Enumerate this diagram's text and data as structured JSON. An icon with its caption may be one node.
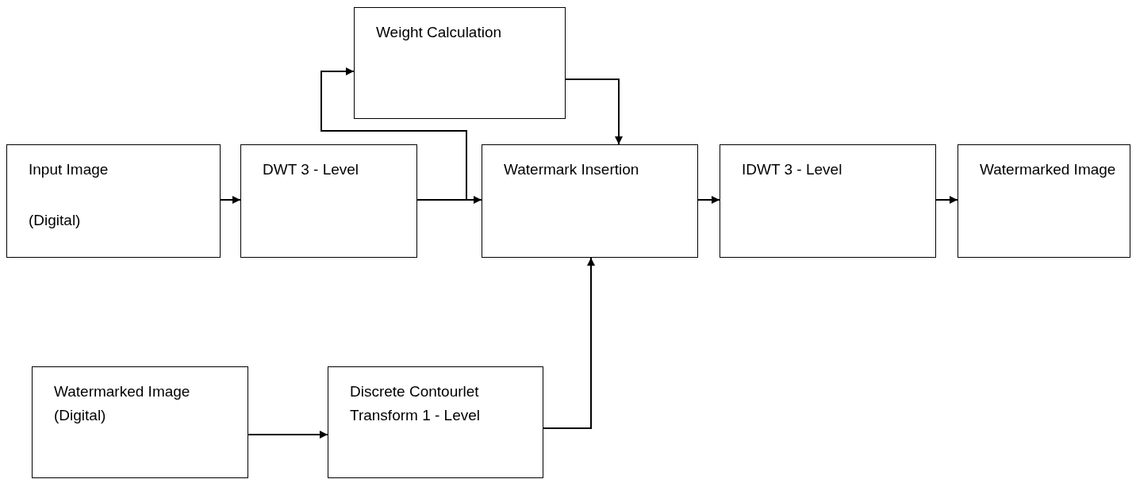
{
  "diagram": {
    "nodes": [
      {
        "text": [
          "Input Image",
          "(Digital)"
        ]
      },
      {
        "text": [
          "DWT 3 - Level"
        ]
      },
      {
        "text": [
          "Weight Calculation"
        ]
      },
      {
        "text": [
          "Watermark Insertion"
        ]
      },
      {
        "text": [
          "IDWT 3 - Level"
        ]
      },
      {
        "text": [
          "Watermarked Image"
        ]
      },
      {
        "text": [
          "Watermarked Image (Digital)"
        ]
      },
      {
        "text": [
          "Discrete Contourlet Transform 1 - Level"
        ]
      }
    ],
    "edges": [
      {
        "from": 0,
        "to": 1,
        "arrow": "to"
      },
      {
        "from": 1,
        "to": 3,
        "arrow": "to"
      },
      {
        "from": 1,
        "to": 2,
        "arrow": "to"
      },
      {
        "from": 2,
        "to": 3,
        "arrow": "to"
      },
      {
        "from": 3,
        "to": 4,
        "arrow": "to"
      },
      {
        "from": 4,
        "to": 5,
        "arrow": "to"
      },
      {
        "from": 6,
        "to": 7,
        "arrow": "to"
      },
      {
        "from": 7,
        "to": 3,
        "arrow": "to"
      }
    ]
  }
}
